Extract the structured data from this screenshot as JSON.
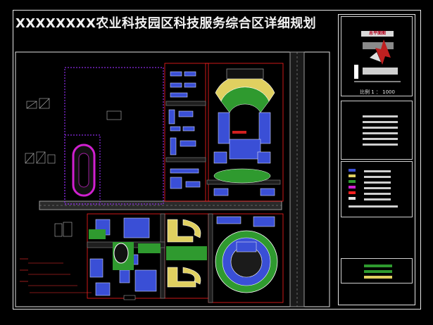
{
  "title": "XXXXXXXX农业科技园区科技服务综合区详细规划",
  "side_panel": {
    "header": "总平面图",
    "scale_label": "比例 1 ： 1000"
  },
  "colors": {
    "background": "#000000",
    "road": "#7a7a7a",
    "redline": "#ff2020",
    "building": "#3a4fd6",
    "green": "#2f9a2f",
    "yellow": "#e0d060",
    "magenta": "#d020d0",
    "purple_dash": "#8a2be2"
  },
  "icons": {
    "compass": "compass-icon",
    "north": "north-arrow-icon"
  }
}
